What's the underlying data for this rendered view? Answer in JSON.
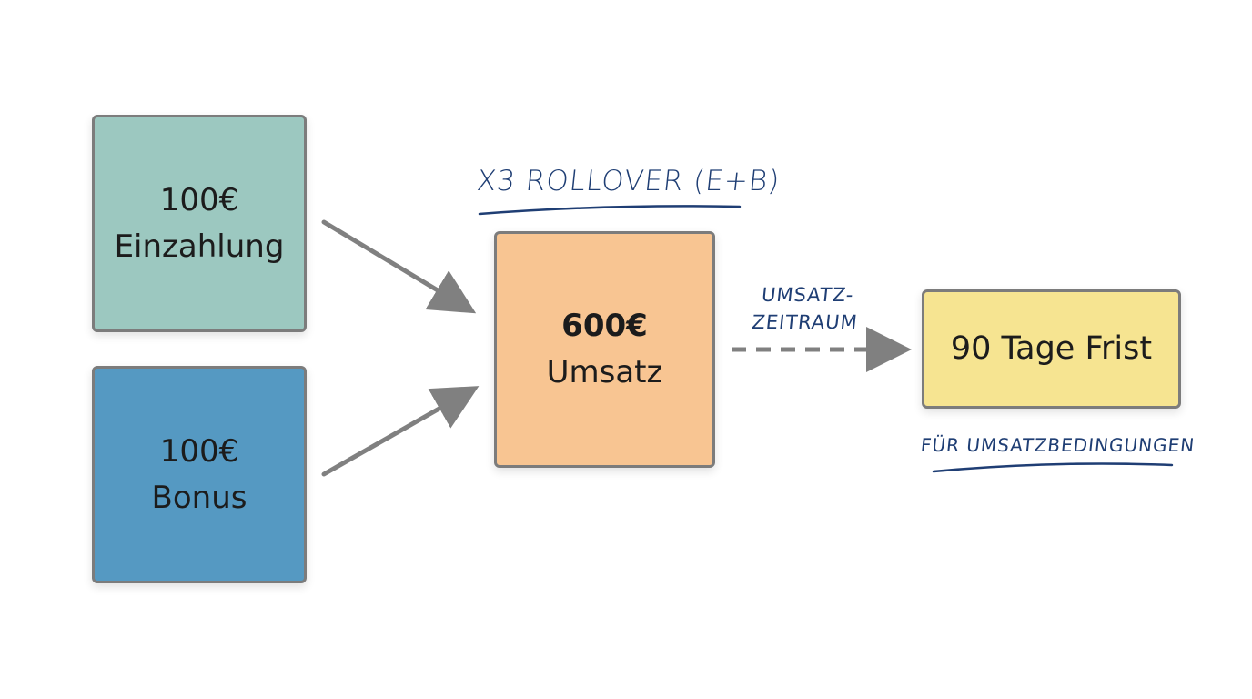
{
  "nodes": {
    "deposit": {
      "amount": "100€",
      "label": "Einzahlung",
      "color": "#9cc8c0"
    },
    "bonus": {
      "amount": "100€",
      "label": "Bonus",
      "color": "#5599c2"
    },
    "turnover": {
      "amount": "600€",
      "label": "Umsatz",
      "color": "#f8c592"
    },
    "deadline": {
      "label": "90 Tage Frist",
      "color": "#f6e491"
    }
  },
  "annotations": {
    "rollover": "X3 ROLLOVER (E+B)",
    "period_line1": "UMSATZ-",
    "period_line2": "ZEITRAUM",
    "terms": "FÜR UMSATZBEDINGUNGEN"
  },
  "colors": {
    "arrow": "#808080",
    "annotation": "#1f3e74",
    "border": "#7c7c7c"
  }
}
